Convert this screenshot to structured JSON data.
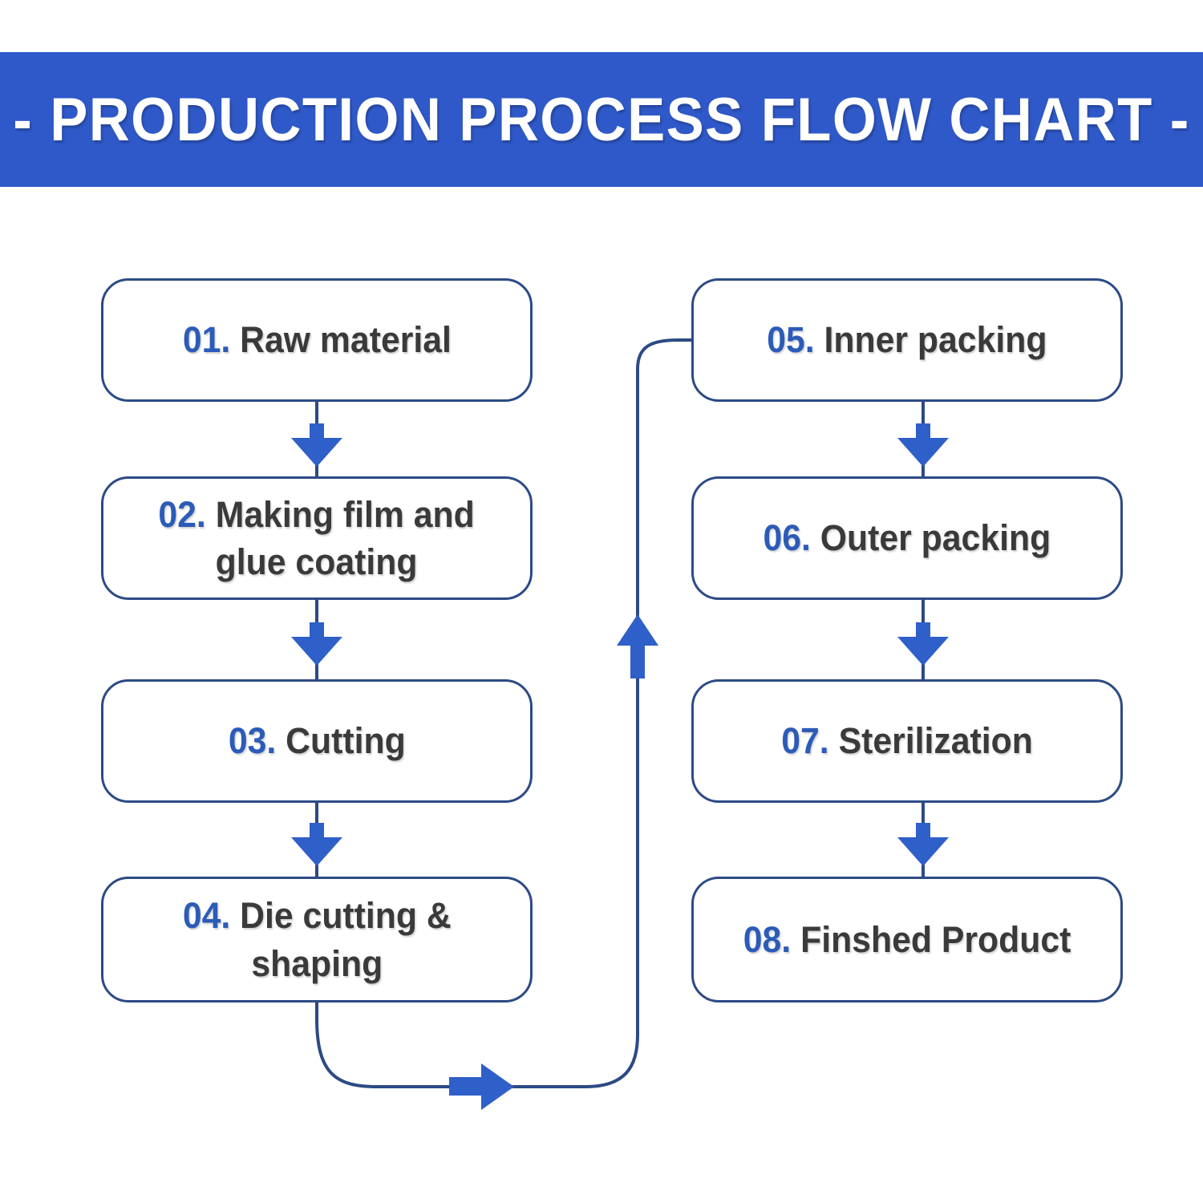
{
  "header": {
    "title": "- PRODUCTION PROCESS FLOW CHART -",
    "background_color": "#2f59c9",
    "text_color": "#ffffff"
  },
  "theme": {
    "box_border_color": "#2c4a85",
    "number_color": "#2c5bb8",
    "label_color": "#3a3a3a",
    "arrow_color": "#2f5fc8",
    "connector_color": "#2c4a85",
    "page_background": "#ffffff"
  },
  "flow": {
    "columns": [
      {
        "name": "left-column",
        "steps": [
          {
            "number": "01.",
            "label": "Raw material"
          },
          {
            "number": "02.",
            "label": "Making film and\nglue coating"
          },
          {
            "number": "03.",
            "label": "Cutting"
          },
          {
            "number": "04.",
            "label": "Die cutting &\nshaping"
          }
        ]
      },
      {
        "name": "right-column",
        "steps": [
          {
            "number": "05.",
            "label": "Inner packing"
          },
          {
            "number": "06.",
            "label": "Outer packing"
          },
          {
            "number": "07.",
            "label": "Sterilization"
          },
          {
            "number": "08.",
            "label": "Finshed Product"
          }
        ]
      }
    ],
    "connectors": [
      {
        "name": "arrow-01-to-02",
        "direction": "down"
      },
      {
        "name": "arrow-02-to-03",
        "direction": "down"
      },
      {
        "name": "arrow-03-to-04",
        "direction": "down"
      },
      {
        "name": "arrow-04-to-05-horizontal",
        "direction": "right"
      },
      {
        "name": "arrow-04-to-05-vertical",
        "direction": "up"
      },
      {
        "name": "arrow-05-to-06",
        "direction": "down"
      },
      {
        "name": "arrow-06-to-07",
        "direction": "down"
      },
      {
        "name": "arrow-07-to-08",
        "direction": "down"
      }
    ]
  }
}
